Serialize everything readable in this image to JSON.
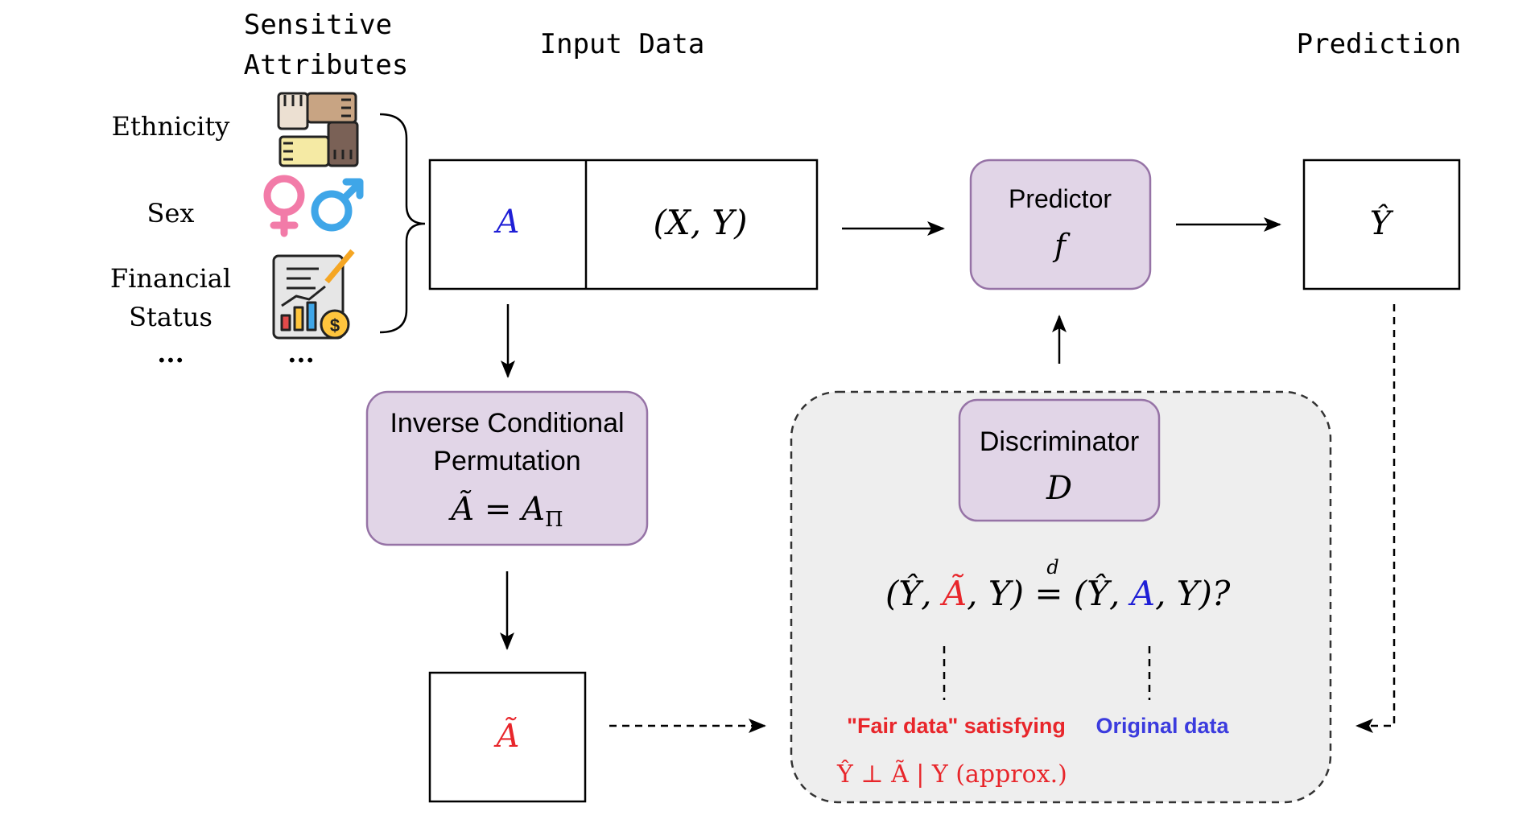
{
  "headers": {
    "sensitive_line1": "Sensitive",
    "sensitive_line2": "Attributes",
    "input_data": "Input Data",
    "prediction": "Prediction"
  },
  "attributes": {
    "ethnicity": "Ethnicity",
    "sex": "Sex",
    "financial_line1": "Financial",
    "financial_line2": "Status",
    "ellipsis_label": "...",
    "ellipsis_icon": "...",
    "icons": [
      "hands-icon",
      "gender-symbols-icon",
      "financial-report-icon"
    ]
  },
  "input_box": {
    "a": "A",
    "xy": "(X, Y)"
  },
  "predictor": {
    "title": "Predictor",
    "symbol": "f"
  },
  "output_box": {
    "y_hat": "Ŷ"
  },
  "icp": {
    "line1": "Inverse Conditional",
    "line2": "Permutation",
    "formula_lhs": "Ã",
    "formula_eq": " = ",
    "formula_rhs": "A",
    "formula_sub": "Π"
  },
  "a_tilde_box": {
    "label": "Ã"
  },
  "discriminator": {
    "title": "Discriminator",
    "symbol": "D",
    "eq_part1": "(Ŷ, ",
    "eq_part2": "Ã",
    "eq_part3": ", Y) ",
    "eq_equals": "=",
    "eq_d": "d",
    "eq_part4": " (Ŷ, ",
    "eq_part5": "A",
    "eq_part6": ", Y)?",
    "fair_label": "\"Fair data\" satisfying",
    "fair_formula": "Ŷ ⊥ Ã | Y (approx.)",
    "original_label": "Original data"
  },
  "colors": {
    "purple_fill": "#e1d5e7",
    "purple_stroke": "#9673a6",
    "gray_fill": "#eeeeee",
    "red": "#e8262b",
    "blue": "#1f1fd6",
    "blue_label": "#3b3bde"
  }
}
